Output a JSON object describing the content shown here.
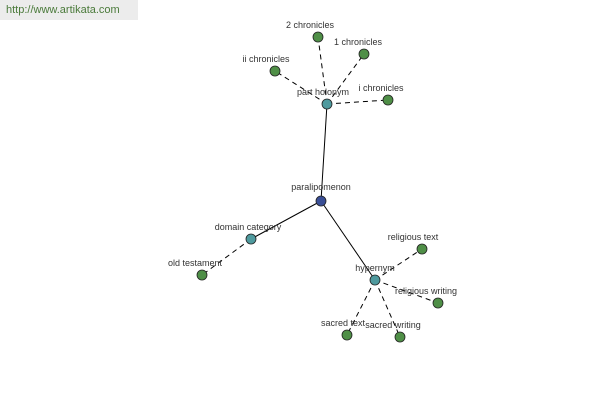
{
  "watermark": "http://www.artikata.com",
  "colors": {
    "center_node": "#3a4f96",
    "relation_node": "#4f9a9e",
    "leaf_node": "#4f8f47",
    "node_stroke": "#222222",
    "solid_edge": "#000000",
    "dashed_edge": "#000000"
  },
  "graph": {
    "center": {
      "id": "center",
      "label": "paralipomenon"
    },
    "relations": [
      {
        "id": "part-holonym",
        "label": "part holonym",
        "leaves": [
          {
            "id": "2-chronicles",
            "label": "2 chronicles"
          },
          {
            "id": "1-chronicles",
            "label": "1 chronicles"
          },
          {
            "id": "ii-chronicles",
            "label": "ii chronicles"
          },
          {
            "id": "i-chronicles",
            "label": "i chronicles"
          }
        ]
      },
      {
        "id": "domain-category",
        "label": "domain category",
        "leaves": [
          {
            "id": "old-testament",
            "label": "old testament"
          }
        ]
      },
      {
        "id": "hypernym",
        "label": "hypernym",
        "leaves": [
          {
            "id": "religious-text",
            "label": "religious text"
          },
          {
            "id": "religious-writing",
            "label": "religious writing"
          },
          {
            "id": "sacred-text",
            "label": "sacred text"
          },
          {
            "id": "sacred-writing",
            "label": "sacred writing"
          }
        ]
      }
    ]
  }
}
